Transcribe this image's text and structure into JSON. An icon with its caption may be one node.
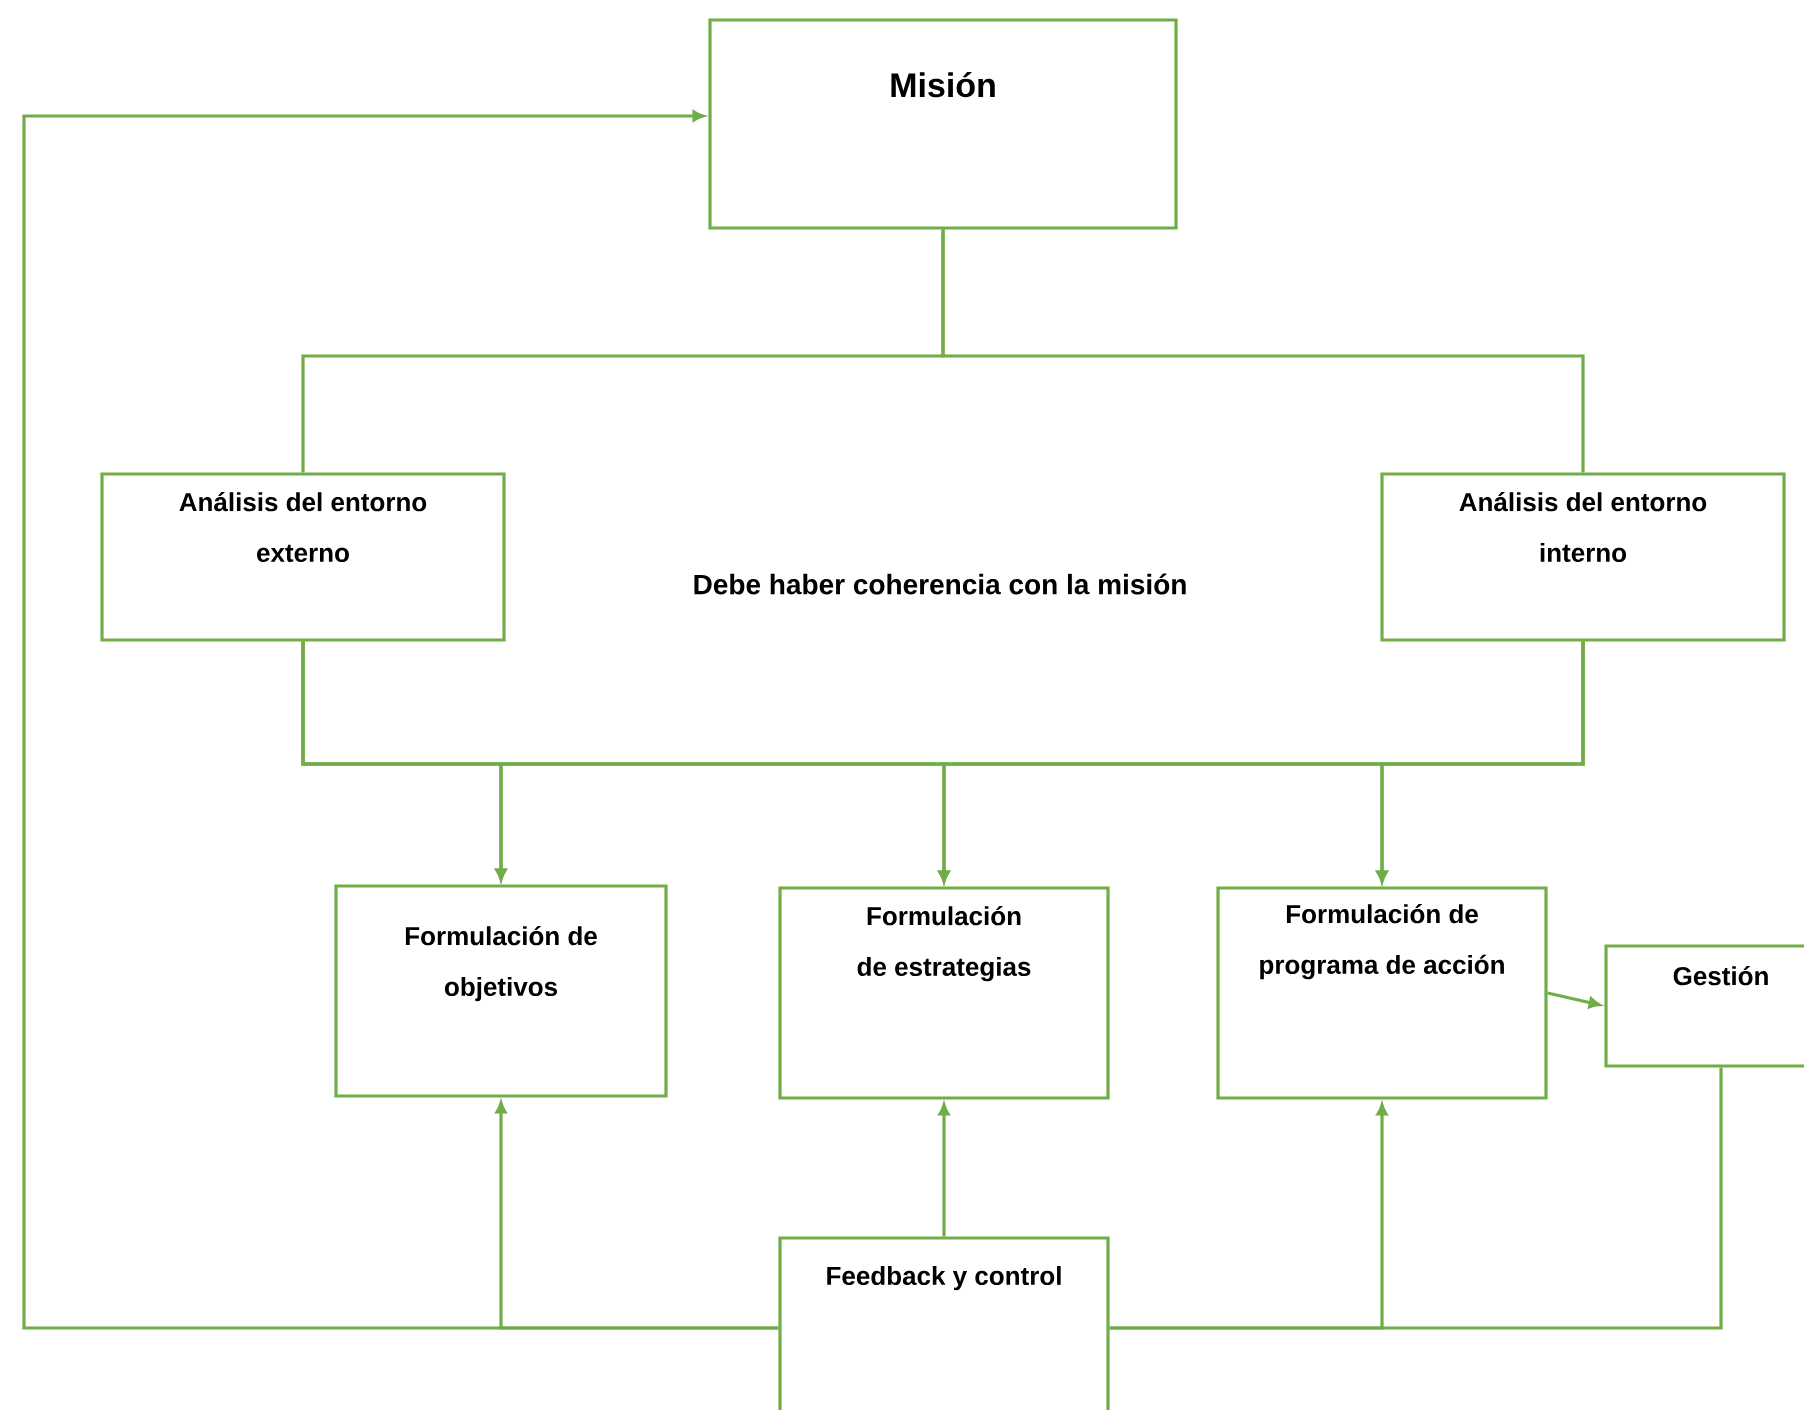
{
  "diagram": {
    "nodes": [
      {
        "text": [
          "Misión"
        ]
      },
      {
        "text": [
          "Análisis del entorno externo"
        ]
      },
      {
        "text": [
          "Análisis del entorno interno"
        ]
      },
      {
        "text": [
          "Formulación de objetivos"
        ]
      },
      {
        "text": [
          "Formulación de estrategias"
        ]
      },
      {
        "text": [
          "Formulación de programa de acción"
        ]
      },
      {
        "text": [
          "Gestión"
        ]
      },
      {
        "text": [
          "Feedback y control"
        ]
      }
    ],
    "edges": [
      {
        "from": 0,
        "to": 1,
        "arrow": "none"
      },
      {
        "from": 0,
        "to": 2,
        "arrow": "none"
      },
      {
        "from": 1,
        "to": 3,
        "arrow": "to"
      },
      {
        "from": 1,
        "to": 4,
        "arrow": "to"
      },
      {
        "from": 1,
        "to": 5,
        "arrow": "to"
      },
      {
        "from": 2,
        "to": 3,
        "arrow": "to"
      },
      {
        "from": 2,
        "to": 4,
        "arrow": "to"
      },
      {
        "from": 2,
        "to": 5,
        "arrow": "to"
      },
      {
        "from": 5,
        "to": 6,
        "arrow": "to"
      },
      {
        "from": 7,
        "to": 3,
        "arrow": "to"
      },
      {
        "from": 7,
        "to": 4,
        "arrow": "to"
      },
      {
        "from": 7,
        "to": 5,
        "arrow": "to"
      },
      {
        "from": 6,
        "to": 7,
        "arrow": "none"
      },
      {
        "from": 7,
        "to": 0,
        "arrow": "to"
      }
    ],
    "labels": [
      "Debe haber coherencia con la misión"
    ]
  }
}
